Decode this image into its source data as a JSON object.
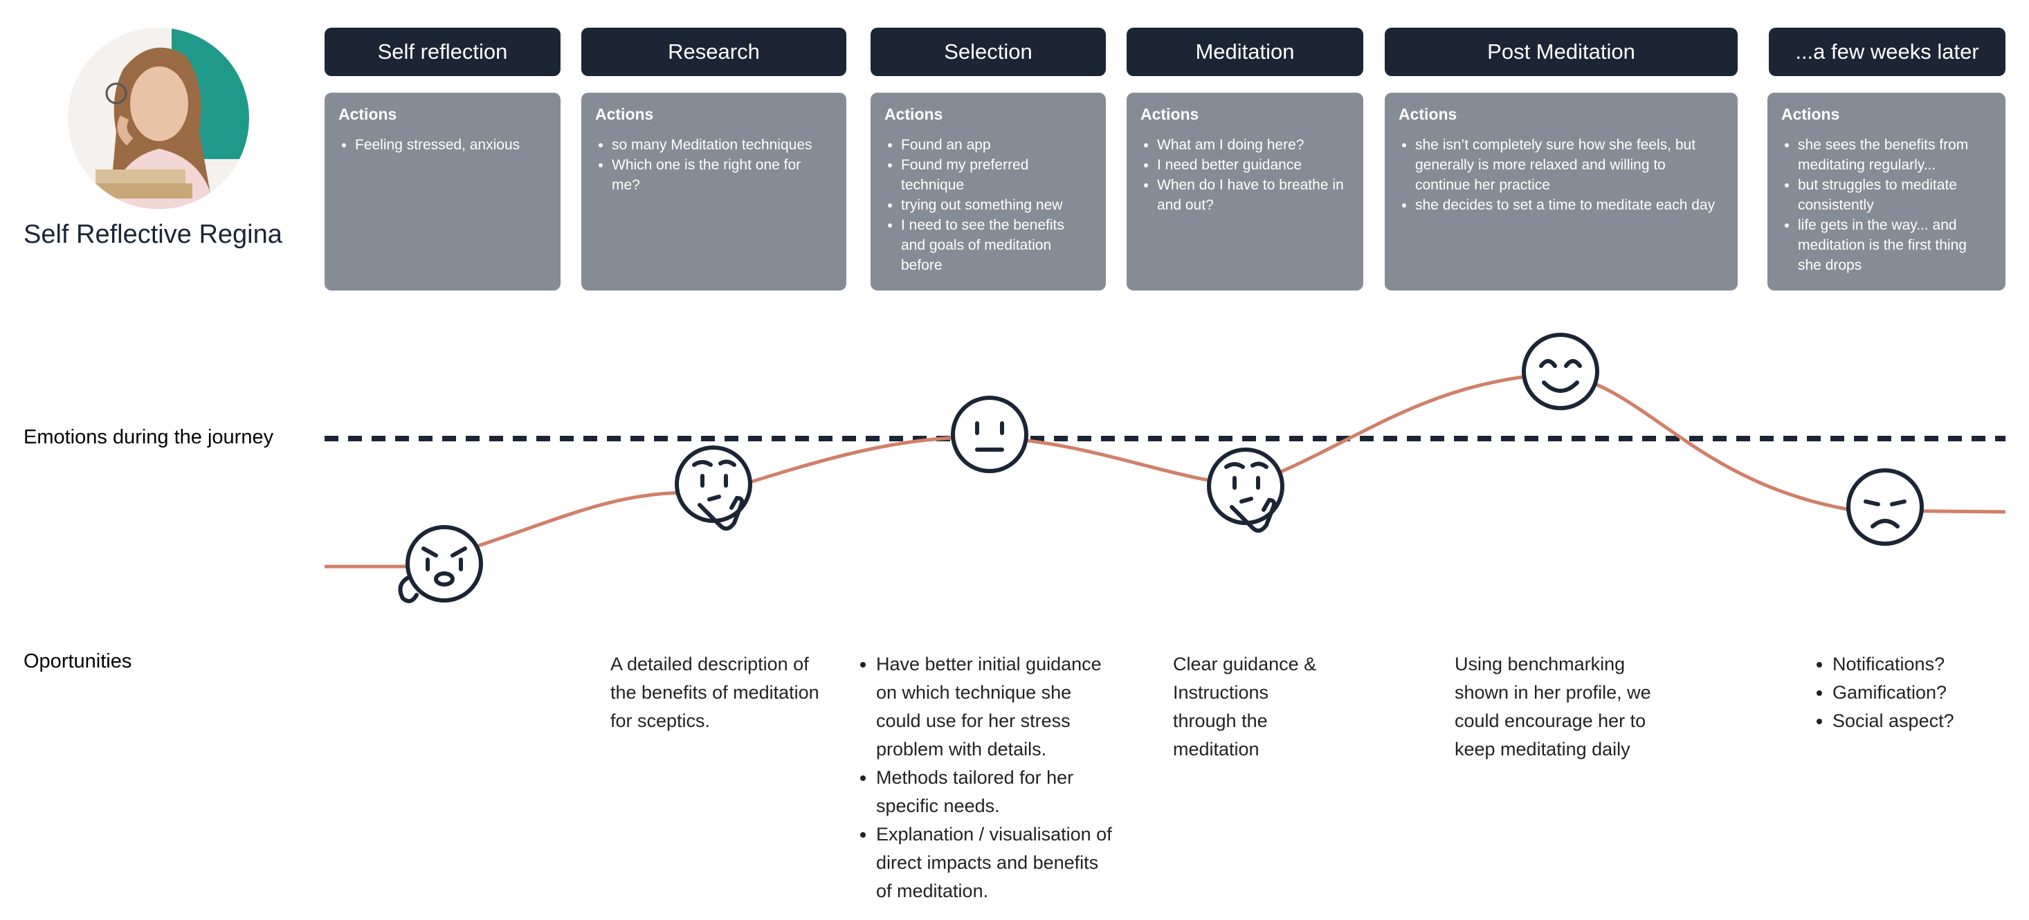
{
  "persona": {
    "name": "Self Reflective Regina",
    "photo_colors": {
      "board": "#1f9a8a",
      "skin": "#e9c3a8",
      "hair": "#9a6a44",
      "shirt": "#f2d7d6",
      "books": "#d8c09a"
    }
  },
  "stages": [
    {
      "label": "Self reflection",
      "actions_title": "Actions",
      "actions": [
        "Feeling stressed, anxious"
      ]
    },
    {
      "label": "Research",
      "actions_title": "Actions",
      "actions": [
        "so many Meditation techniques",
        "Which one is the right one for me?"
      ]
    },
    {
      "label": "Selection",
      "actions_title": "Actions",
      "actions": [
        "Found an app",
        "Found my preferred technique",
        "trying out something new",
        "I need to see the benefits and goals of meditation before"
      ]
    },
    {
      "label": "Meditation",
      "actions_title": "Actions",
      "actions": [
        "What am I doing here?",
        "I need better guidance",
        "When do I have to breathe in and out?"
      ]
    },
    {
      "label": "Post Meditation",
      "actions_title": "Actions",
      "actions": [
        "she isn’t completely sure how she feels, but generally is more relaxed and willing to continue her practice",
        "she decides to set a time to meditate each day"
      ]
    },
    {
      "label": "...a few weeks later",
      "actions_title": "Actions",
      "actions": [
        "she sees the benefits from meditating regularly...",
        "but struggles to meditate consistently",
        "life gets in the way... and meditation is the first thing she drops"
      ]
    }
  ],
  "emotions": {
    "label": "Emotions during the journey",
    "faces": [
      {
        "stage": "Self reflection",
        "icon": "anxious-face-icon"
      },
      {
        "stage": "Research",
        "icon": "thinking-face-icon"
      },
      {
        "stage": "Selection",
        "icon": "neutral-face-icon"
      },
      {
        "stage": "Meditation",
        "icon": "thinking-face-icon"
      },
      {
        "stage": "Post Meditation",
        "icon": "smiling-face-icon"
      },
      {
        "stage": "...a few weeks later",
        "icon": "sad-face-icon"
      }
    ],
    "colors": {
      "curve": "#d27f68",
      "baseline": "#1b2535",
      "face": "#1b2535"
    }
  },
  "opportunities": {
    "label": "Oportunities",
    "research": "A detailed description of the benefits of meditation for sceptics.",
    "selection": [
      "Have better initial guidance on which technique she could use for her stress problem with details.",
      "Methods tailored for her specific needs.",
      "Explanation / visualisation of direct impacts and benefits of meditation."
    ],
    "meditation": "Clear guidance & Instructions through the meditation",
    "post_meditation": "Using benchmarking shown in her profile, we could encourage her to keep meditating daily",
    "later": [
      "Notifications?",
      "Gamification?",
      "Social aspect?"
    ]
  },
  "colors": {
    "header_bg": "#1b2535",
    "card_bg": "#868c95",
    "text": "#1b2535"
  }
}
